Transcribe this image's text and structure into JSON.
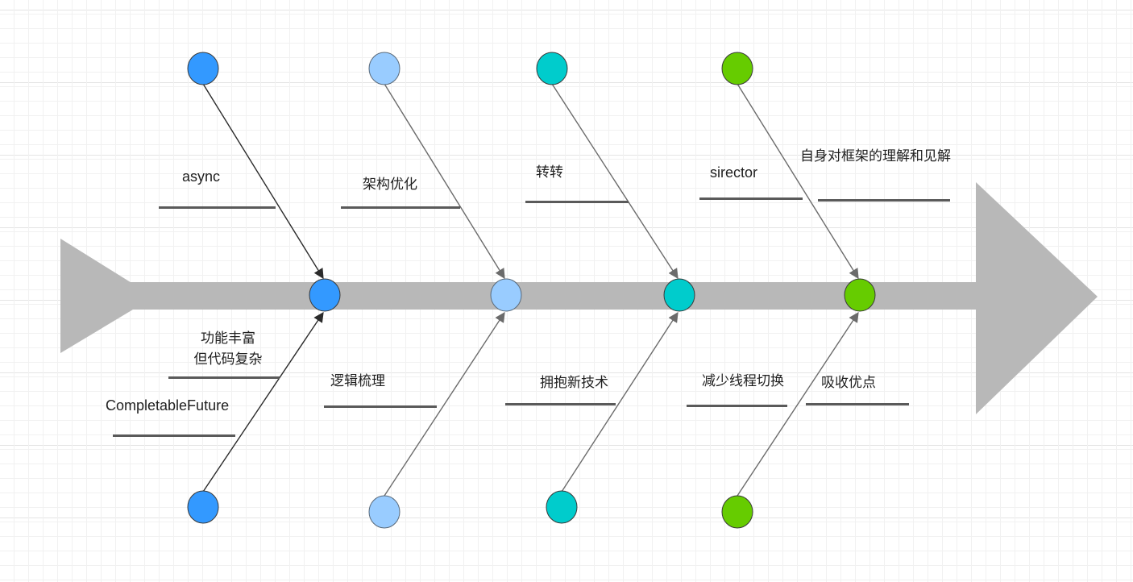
{
  "diagram": {
    "type": "fishbone",
    "colors": {
      "spine": "#b8b8b8",
      "bone_dark": "#2b2b2b",
      "bone_light": "#6b6b6b",
      "underline": "#5a5a5a",
      "group_1": "#3399ff",
      "group_2": "#99ccff",
      "group_3": "#00cccc",
      "group_4": "#66cc00"
    },
    "top_labels": [
      {
        "id": "async",
        "text": "async"
      },
      {
        "id": "arch",
        "text": "架构优化"
      },
      {
        "id": "zhuan",
        "text": "转转"
      },
      {
        "id": "sirector",
        "text": "sirector"
      },
      {
        "id": "insight",
        "text": "自身对框架的理解和见解"
      }
    ],
    "bottom_labels": [
      {
        "id": "rich",
        "text": "功能丰富\n但代码复杂"
      },
      {
        "id": "cf",
        "text": "CompletableFuture"
      },
      {
        "id": "logic",
        "text": "逻辑梳理"
      },
      {
        "id": "embrace",
        "text": "拥抱新技术"
      },
      {
        "id": "reduce",
        "text": "减少线程切换"
      },
      {
        "id": "absorb",
        "text": "吸收优点"
      }
    ]
  }
}
